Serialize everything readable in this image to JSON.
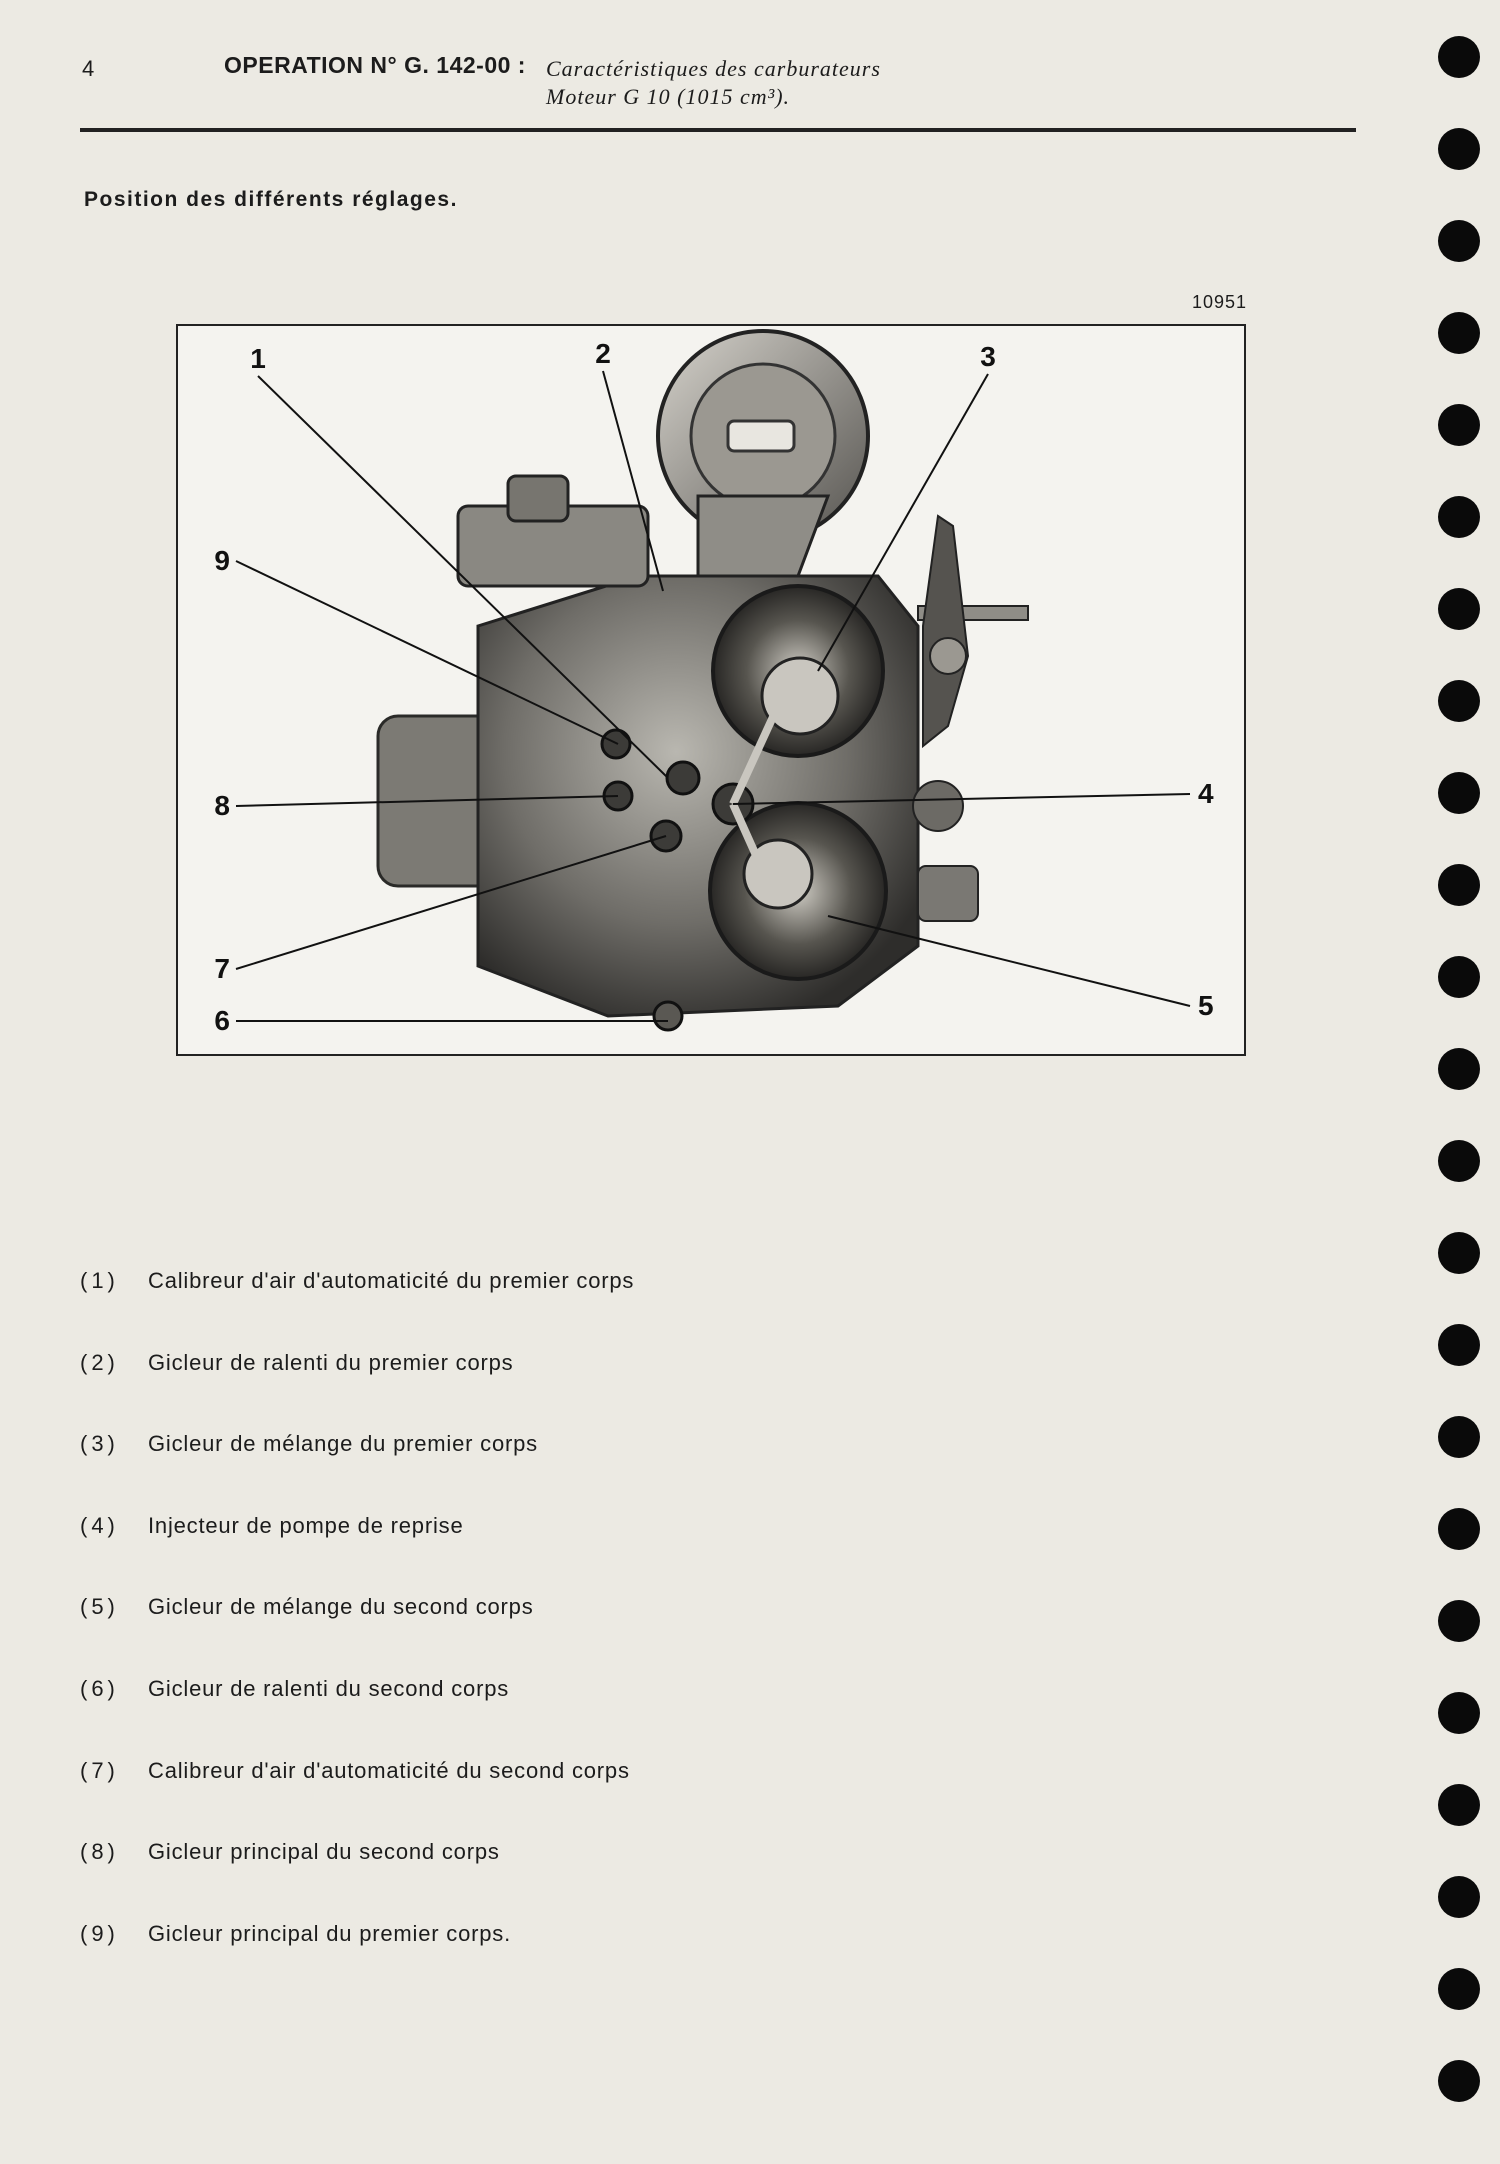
{
  "header": {
    "page_number": "4",
    "operation": "OPERATION N° G. 142-00 :",
    "subtitle_line1": "Caractéristiques des carburateurs",
    "subtitle_line2": "Moteur G 10 (1015 cm³)."
  },
  "section_title": "Position des différents réglages.",
  "figure": {
    "reference": "10951",
    "callouts": [
      "1",
      "2",
      "3",
      "4",
      "5",
      "6",
      "7",
      "8",
      "9"
    ]
  },
  "legend": [
    {
      "num": "(1)",
      "text": "Calibreur d'air d'automaticité du premier corps"
    },
    {
      "num": "(2)",
      "text": "Gicleur de ralenti du premier corps"
    },
    {
      "num": "(3)",
      "text": "Gicleur de mélange du premier corps"
    },
    {
      "num": "(4)",
      "text": "Injecteur de pompe de reprise"
    },
    {
      "num": "(5)",
      "text": "Gicleur de mélange du second corps"
    },
    {
      "num": "(6)",
      "text": "Gicleur de ralenti du second corps"
    },
    {
      "num": "(7)",
      "text": "Calibreur d'air d'automaticité du second corps"
    },
    {
      "num": "(8)",
      "text": "Gicleur principal du second corps"
    },
    {
      "num": "(9)",
      "text": "Gicleur principal du premier corps."
    }
  ]
}
